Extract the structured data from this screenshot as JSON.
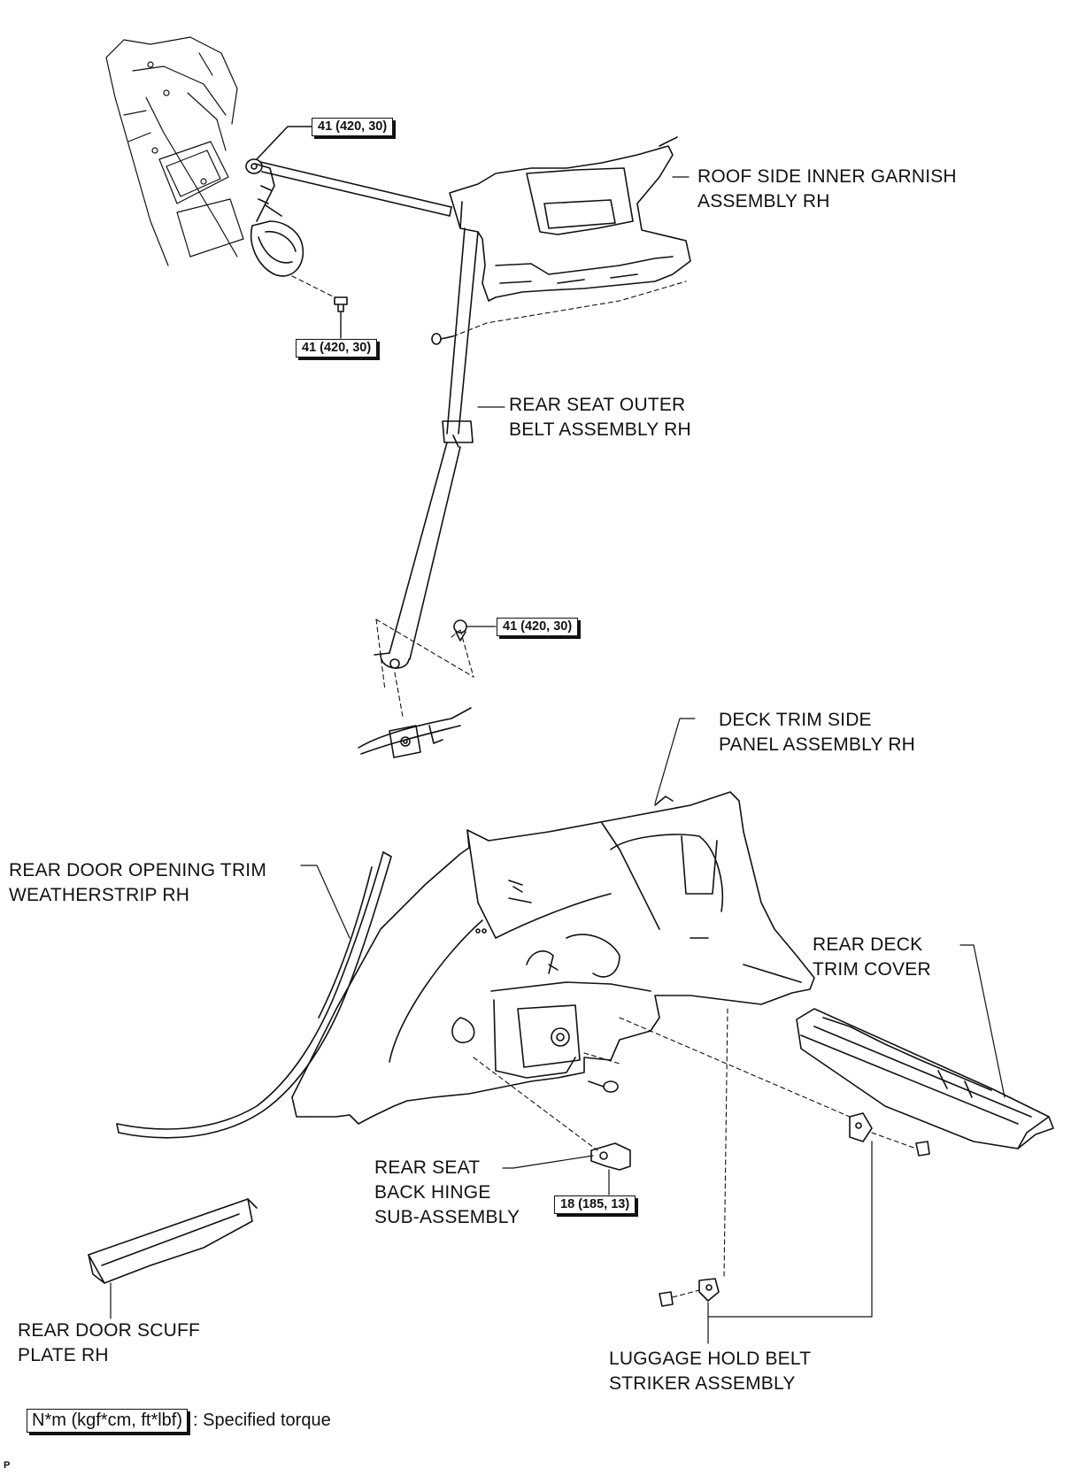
{
  "labels": {
    "roof_garnish": [
      "ROOF SIDE INNER GARNISH",
      "ASSEMBLY RH"
    ],
    "outer_belt": [
      "REAR SEAT OUTER",
      "BELT ASSEMBLY RH"
    ],
    "deck_trim_side": [
      "DECK TRIM SIDE",
      "PANEL ASSEMBLY RH"
    ],
    "weatherstrip": [
      "REAR DOOR OPENING TRIM",
      "WEATHERSTRIP RH"
    ],
    "rear_deck_cover": [
      "REAR DECK",
      "TRIM COVER"
    ],
    "seat_back_hinge": [
      "REAR SEAT",
      "BACK HINGE",
      "SUB-ASSEMBLY"
    ],
    "scuff_plate": [
      "REAR DOOR SCUFF",
      "PLATE RH"
    ],
    "luggage_striker": [
      "LUGGAGE HOLD BELT",
      "STRIKER ASSEMBLY"
    ]
  },
  "torques": {
    "belt_upper": "41 (420, 30)",
    "retractor": "41 (420, 30)",
    "belt_anchor": "41 (420, 30)",
    "hinge": "18 (185, 13)"
  },
  "legend": {
    "unit": "N*m (kgf*cm, ft*lbf)",
    "text": ": Specified torque"
  },
  "corner_mark": "P"
}
